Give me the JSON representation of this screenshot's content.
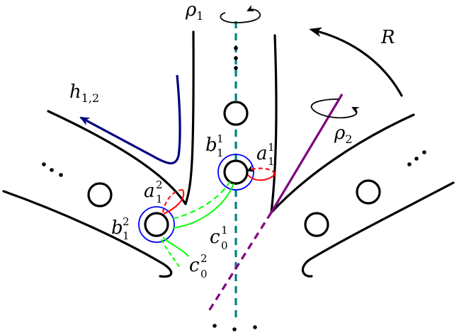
{
  "labels": {
    "rho1": {
      "main": "ρ",
      "sub": "1"
    },
    "rho2": {
      "main": "ρ",
      "sub": "2"
    },
    "R": {
      "main": "R"
    },
    "h12": {
      "main": "h",
      "sub": "1,2"
    },
    "b11": {
      "main": "b",
      "sub": "1",
      "sup": "1"
    },
    "a11": {
      "main": "a",
      "sub": "1",
      "sup": "1"
    },
    "a12": {
      "main": "a",
      "sub": "1",
      "sup": "2"
    },
    "b12": {
      "main": "b",
      "sub": "1",
      "sup": "2"
    },
    "c01": {
      "main": "c",
      "sub": "0",
      "sup": "1"
    },
    "c02": {
      "main": "c",
      "sub": "0",
      "sup": "2"
    }
  },
  "colors": {
    "surface": "#000000",
    "rho1_axis": "#008080",
    "rho2_axis": "#800080",
    "h_curve": "#000080",
    "b_curves": "#0000ff",
    "a_curves": "#ff0000",
    "c_curves": "#00ff00"
  }
}
